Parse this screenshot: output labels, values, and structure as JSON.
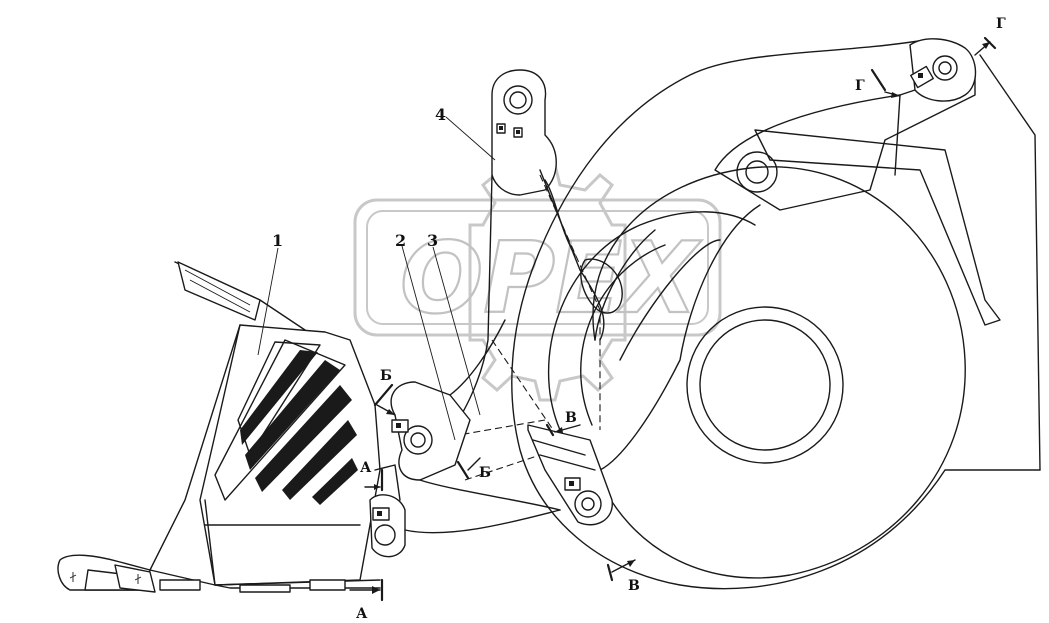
{
  "watermark": {
    "text": "OPEX"
  },
  "callouts": {
    "part_1": "1",
    "part_2": "2",
    "part_3": "3",
    "part_4": "4"
  },
  "sections": {
    "a_top": "А",
    "a_bottom": "А",
    "b_left": "Б",
    "b_right": "Б",
    "v_top": "В",
    "v_bottom": "В",
    "g_top": "Г",
    "g_left": "Г"
  }
}
